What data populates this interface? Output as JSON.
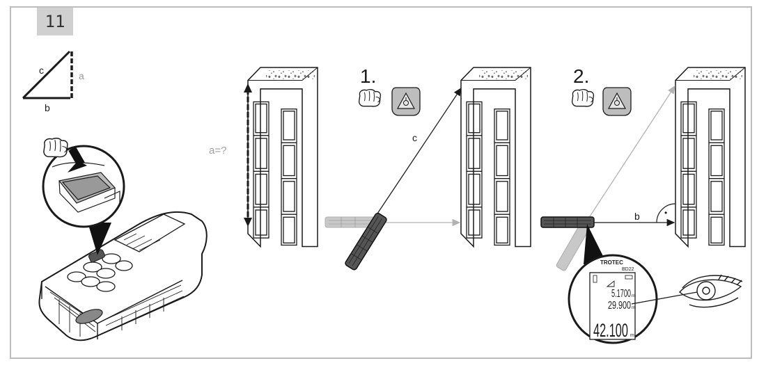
{
  "figure": {
    "number": "11"
  },
  "legend": {
    "hyp_label": "c",
    "vertical_label": "a",
    "base_label": "b"
  },
  "panel_height": {
    "label": "a=?"
  },
  "panel_step1": {
    "step_label": "1.",
    "beam_label": "c"
  },
  "panel_step2": {
    "step_label": "2.",
    "beam_label": "b",
    "right_angle_mark": "•"
  },
  "device": {
    "brand": "TROTEC",
    "model": "BD22",
    "line1": "5.1700",
    "line2": "29.900",
    "result": "42.100",
    "unit": "m"
  },
  "colors": {
    "line": "#1a1a1a",
    "gray": "#a8a8a8",
    "frame": "#bdbdbd",
    "badge": "#d0d0d0"
  }
}
